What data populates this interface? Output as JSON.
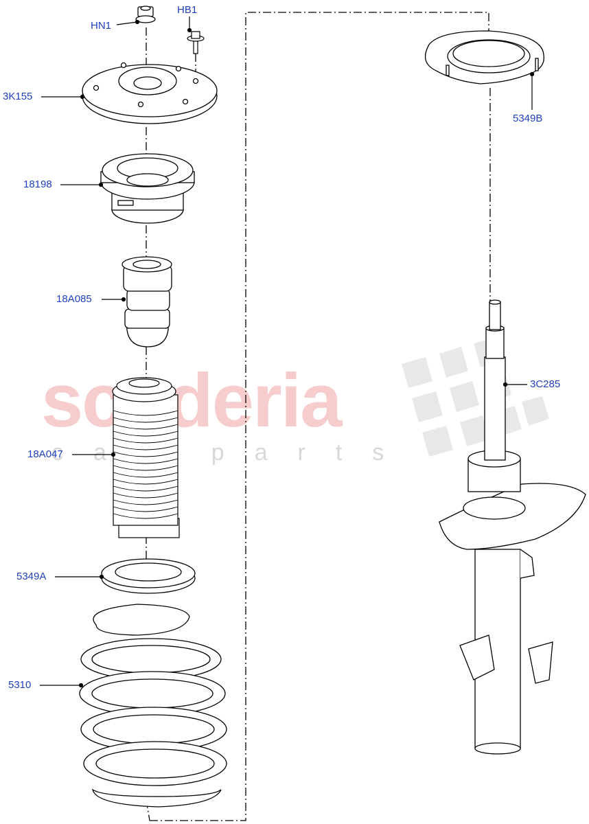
{
  "watermark": {
    "brand": "scuderia",
    "sub": "car parts"
  },
  "labels": {
    "hn1": "HN1",
    "hb1": "HB1",
    "3k155": "3K155",
    "18198": "18198",
    "18a085": "18A085",
    "18a047": "18A047",
    "5349a": "5349A",
    "5310": "5310",
    "5349b": "5349B",
    "3c285": "3C285"
  },
  "colors": {
    "label": "#1f3fbf",
    "line": "#000000",
    "watermark": "#f6cccc"
  }
}
